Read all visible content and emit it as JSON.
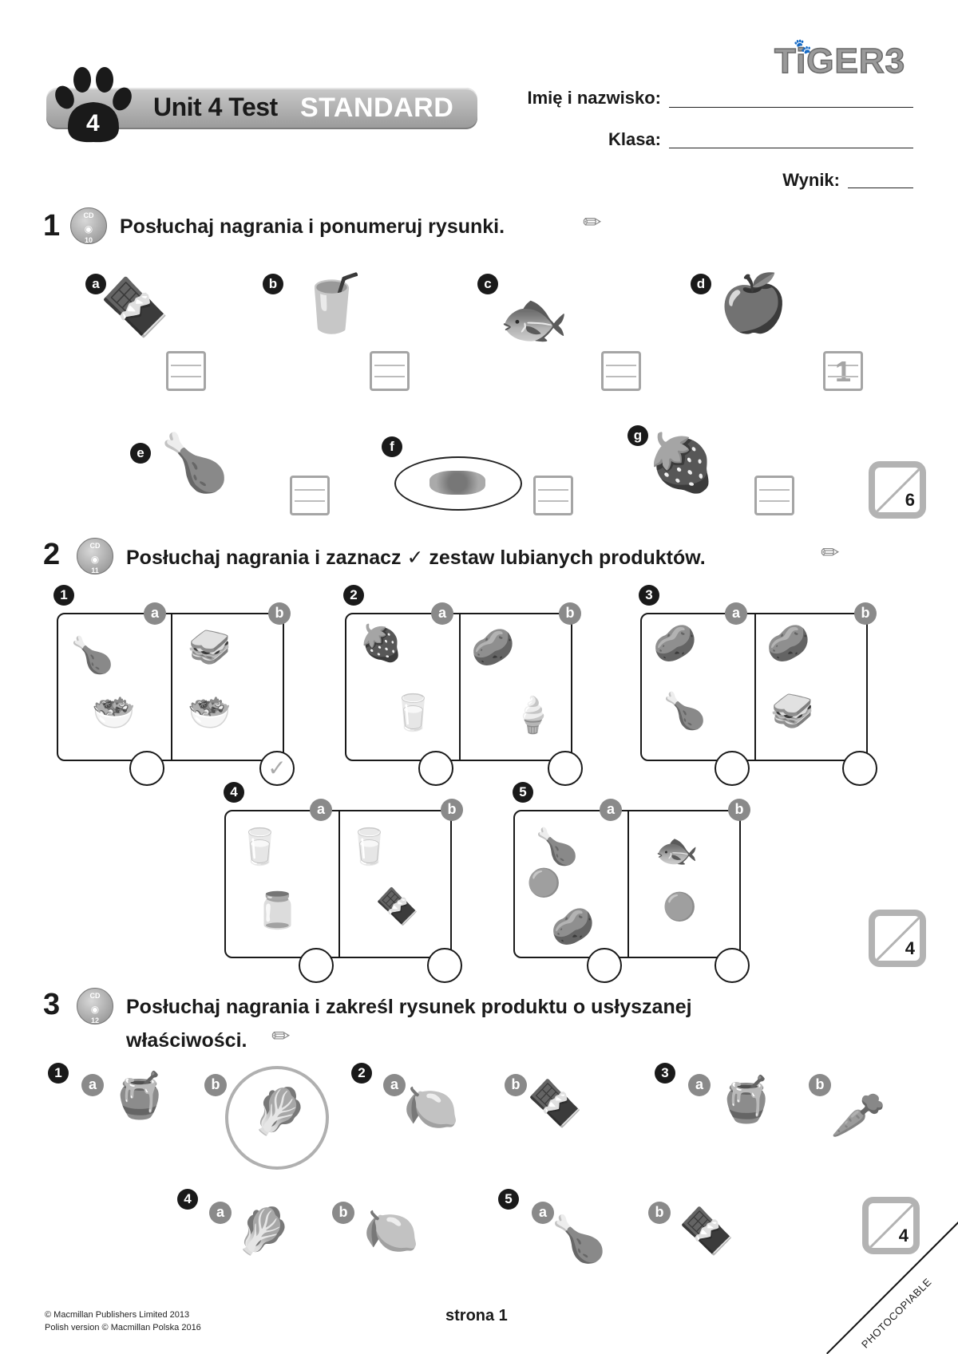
{
  "header": {
    "unit_number": "4",
    "title": "Unit 4 Test",
    "level": "STANDARD",
    "logo": "TiGER3",
    "fields": [
      {
        "label": "Imię i nazwisko:",
        "value": ""
      },
      {
        "label": "Klasa:",
        "value": ""
      },
      {
        "label": "Wynik:",
        "value": ""
      }
    ]
  },
  "exercise1": {
    "number": "1",
    "cd": {
      "label": "CD",
      "track": "10"
    },
    "instruction": "Posłuchaj nagrania i ponumeruj rysunki.",
    "items": [
      {
        "letter": "a",
        "picture": "chocolate-bar",
        "icon": "🍫",
        "answer": ""
      },
      {
        "letter": "b",
        "picture": "lemonade-glass",
        "icon": "🥤",
        "answer": ""
      },
      {
        "letter": "c",
        "picture": "fish-on-plate",
        "icon": "🐟",
        "answer": ""
      },
      {
        "letter": "d",
        "picture": "apples",
        "icon": "🍎",
        "answer": "1"
      },
      {
        "letter": "e",
        "picture": "roast-chicken",
        "icon": "🍗",
        "answer": ""
      },
      {
        "letter": "f",
        "picture": "peas-on-plate",
        "icon": "🟢",
        "answer": ""
      },
      {
        "letter": "g",
        "picture": "strawberries",
        "icon": "🍓",
        "answer": ""
      }
    ],
    "score_max": "6"
  },
  "exercise2": {
    "number": "2",
    "cd": {
      "label": "CD",
      "track": "11"
    },
    "instruction": "Posłuchaj nagrania i zaznacz ✓ zestaw lubianych produktów.",
    "sets": [
      {
        "number": "1",
        "a": {
          "pictures": [
            "roast-chicken",
            "salad"
          ],
          "icons": [
            "🍗",
            "🥗"
          ],
          "checked": ""
        },
        "b": {
          "pictures": [
            "sandwich",
            "salad"
          ],
          "icons": [
            "🥪",
            "🥗"
          ],
          "checked": "✓"
        }
      },
      {
        "number": "2",
        "a": {
          "pictures": [
            "strawberries",
            "yoghurt"
          ],
          "icons": [
            "🍓",
            "🥛"
          ],
          "checked": ""
        },
        "b": {
          "pictures": [
            "crisps",
            "ice-cream"
          ],
          "icons": [
            "🥔",
            "🍦"
          ],
          "checked": ""
        }
      },
      {
        "number": "3",
        "a": {
          "pictures": [
            "crisps",
            "roast-chicken"
          ],
          "icons": [
            "🥔",
            "🍗"
          ],
          "checked": ""
        },
        "b": {
          "pictures": [
            "crisps",
            "sandwich"
          ],
          "icons": [
            "🥔",
            "🥪"
          ],
          "checked": ""
        }
      },
      {
        "number": "4",
        "a": {
          "pictures": [
            "milk",
            "jam-jar"
          ],
          "icons": [
            "🥛",
            "🫙"
          ],
          "checked": ""
        },
        "b": {
          "pictures": [
            "milk",
            "chocolate-bar"
          ],
          "icons": [
            "🥛",
            "🍫"
          ],
          "checked": ""
        }
      },
      {
        "number": "5",
        "a": {
          "pictures": [
            "roast-chicken",
            "peas",
            "potatoes"
          ],
          "icons": [
            "🍗",
            "🟢",
            "🥔"
          ],
          "checked": ""
        },
        "b": {
          "pictures": [
            "fish",
            "peas"
          ],
          "icons": [
            "🐟",
            "🟢"
          ],
          "checked": ""
        }
      }
    ],
    "option_labels": {
      "a": "a",
      "b": "b"
    },
    "score_max": "4"
  },
  "exercise3": {
    "number": "3",
    "cd": {
      "label": "CD",
      "track": "12"
    },
    "instruction_line1": "Posłuchaj nagrania i zakreśl rysunek produktu o usłyszanej",
    "instruction_line2": "właściwości.",
    "items": [
      {
        "number": "1",
        "a": {
          "picture": "honey-jar",
          "icon": "🍯"
        },
        "b": {
          "picture": "cauliflower",
          "icon": "🥬"
        },
        "circled": "b"
      },
      {
        "number": "2",
        "a": {
          "picture": "lemonade-and-lemons",
          "icon": "🍋"
        },
        "b": {
          "picture": "chocolate-bar",
          "icon": "🍫"
        },
        "circled": ""
      },
      {
        "number": "3",
        "a": {
          "picture": "honey-jar",
          "icon": "🍯"
        },
        "b": {
          "picture": "carrot",
          "icon": "🥕"
        },
        "circled": ""
      },
      {
        "number": "4",
        "a": {
          "picture": "cauliflower",
          "icon": "🥬"
        },
        "b": {
          "picture": "lemon",
          "icon": "🍋"
        },
        "circled": ""
      },
      {
        "number": "5",
        "a": {
          "picture": "roast-chicken",
          "icon": "🍗"
        },
        "b": {
          "picture": "chocolate-bar",
          "icon": "🍫"
        },
        "circled": ""
      }
    ],
    "score_max": "4"
  },
  "footer": {
    "copyright_line1": "© Macmillan Publishers Limited 2013",
    "copyright_line2": "Polish version © Macmillan Polska 2016",
    "page": "strona 1",
    "photocopiable": "PHOTOCOPIABLE"
  }
}
